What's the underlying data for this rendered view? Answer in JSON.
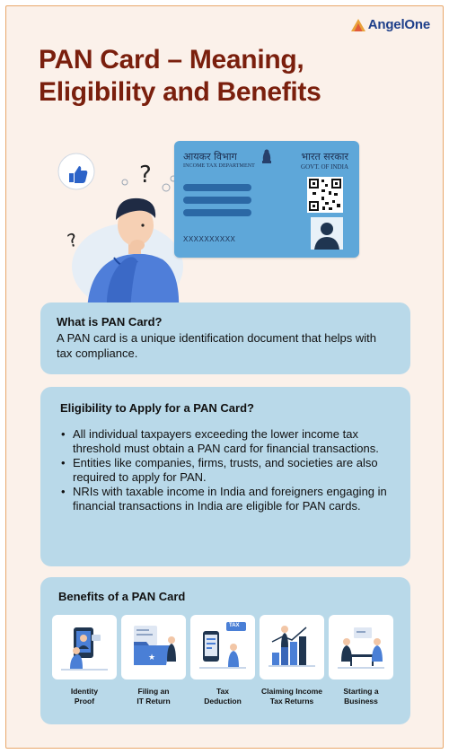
{
  "brand": {
    "name": "AngelOne",
    "color": "#1e3f8a",
    "accent": "#e9a23b"
  },
  "title_line1": "PAN Card – Meaning,",
  "title_line2": "Eligibility and Benefits",
  "pan_card": {
    "dept_hindi": "आयकर विभाग",
    "dept_english": "INCOME TAX DEPARTMENT",
    "govt_hindi": "भारत सरकार",
    "govt_english": "GOVT. OF INDIA",
    "number": "XXXXXXXXXX",
    "color": "#5ea7d9"
  },
  "what": {
    "heading": "What is PAN Card?",
    "text": "A PAN card is a unique identification document that helps with tax compliance."
  },
  "eligibility": {
    "heading": "Eligibility to Apply for a PAN Card?",
    "items": [
      "All individual taxpayers exceeding the lower income tax threshold must obtain a PAN card for financial transactions.",
      "Entities like companies, firms, trusts, and societies are also required to apply for PAN.",
      "NRIs with taxable income in India and foreigners engaging in financial transactions in India are eligible for PAN cards."
    ]
  },
  "benefits": {
    "heading": "Benefits of a PAN Card",
    "items": [
      {
        "line1": "Identity",
        "line2": "Proof",
        "icon": "identity-proof-illustration"
      },
      {
        "line1": "Filing an",
        "line2": "IT Return",
        "icon": "filing-return-illustration"
      },
      {
        "line1": "Tax",
        "line2": "Deduction",
        "icon": "tax-deduction-illustration"
      },
      {
        "line1": "Claiming Income",
        "line2": "Tax Returns",
        "icon": "claiming-returns-illustration"
      },
      {
        "line1": "Starting a",
        "line2": "Business",
        "icon": "starting-business-illustration"
      }
    ],
    "tax_tag": "TAX"
  },
  "colors": {
    "title": "#7a1f0d",
    "panel": "#b9d9e9",
    "background": "#fbf1ea",
    "border": "#e9a76a"
  }
}
